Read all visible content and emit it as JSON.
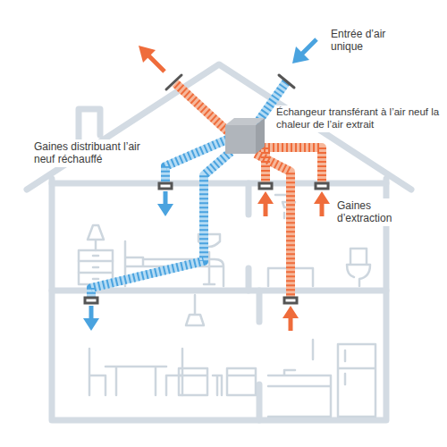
{
  "diagram": {
    "labels": [
      "Entrée d’air unique",
      "Échangeur transférant à l’air neuf la chaleur de l’air extrait",
      "Gaines distribuant l’air neuf réchauffé",
      "Gaines d’extraction"
    ]
  }
}
